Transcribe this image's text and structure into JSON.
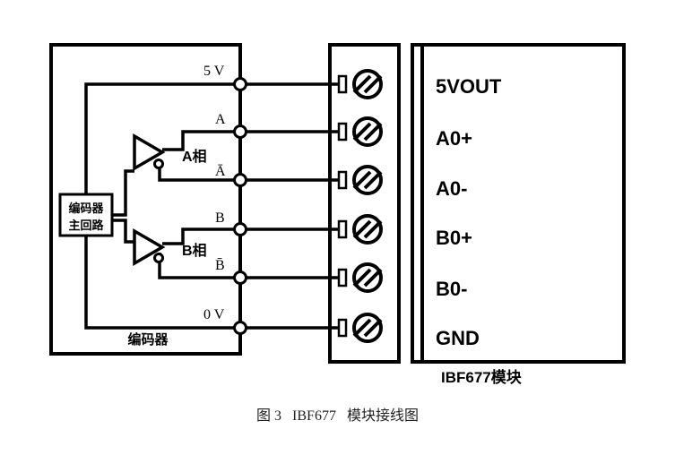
{
  "encoder": {
    "box_label": "编码器",
    "main_circuit_label": [
      "编码器",
      "主回路"
    ],
    "channel_a_label": "A相",
    "channel_b_label": "B相",
    "terminals": [
      "5 V",
      "A",
      "Ā",
      "B",
      "B̄",
      "0 V"
    ]
  },
  "module": {
    "name": "IBF677模块",
    "terminals": [
      "5VOUT",
      "A0+",
      "A0-",
      "B0+",
      "B0-",
      "GND"
    ]
  },
  "caption": {
    "figure_no": "图 3",
    "model": "IBF677",
    "title": "模块接线图"
  }
}
